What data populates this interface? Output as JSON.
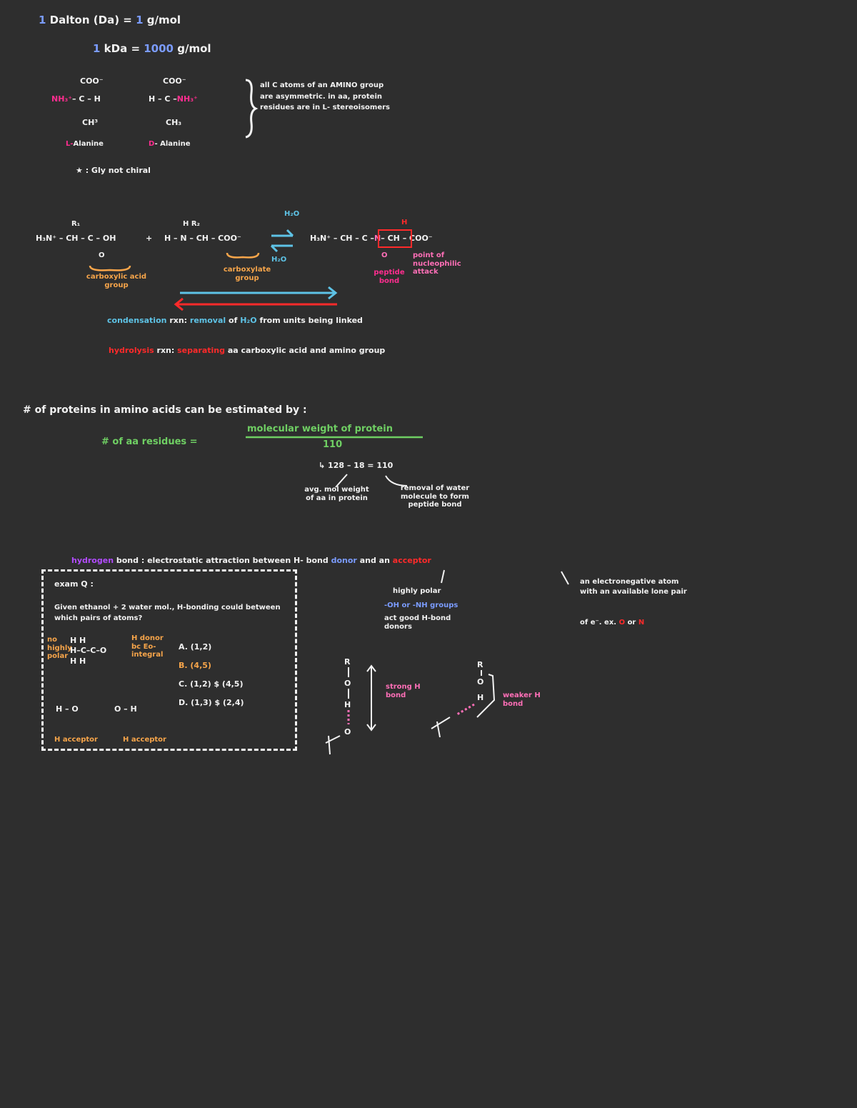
{
  "note": {
    "dalton_line": {
      "one": "1",
      "rest": "Dalton (Da) =",
      "value": "1",
      "unit": "g/mol"
    },
    "kda_line": {
      "one": "1",
      "rest": "kDa =",
      "value": "1000",
      "unit": "g/mol"
    },
    "alanine": {
      "l_top": "COO⁻",
      "l_mid_a": "NH₃⁺",
      "l_mid_b": "– C – H",
      "l_bot": "CH³",
      "l_label_prefix": "L-",
      "l_label": "Alanine",
      "d_top": "COO⁻",
      "d_mid_a": "H – C –",
      "d_mid_b": "NH₃⁺",
      "d_bot": "CH₃",
      "d_label_prefix": "D",
      "d_label": "- Alanine",
      "brace_text": "all C atoms of an AMINO group are asymmetric. in aa, protein residues are in L- stereoisomers",
      "note": "★ : Gly not chiral"
    },
    "reaction": {
      "r1_sub": "R₁",
      "r1": "H₃N⁺ – CH – C – OH",
      "r1_o": "O",
      "plus": "+",
      "r2_sub": "H R₂",
      "r2": "H – N – CH – COO⁻",
      "h2o_top": "H₂O",
      "h2o_bot": "H₂O",
      "p_sub": "H",
      "product_a": "H₃N⁺ – CH – C –",
      "product_n": "N",
      "product_b": "– CH – COO⁻",
      "p_o": "O",
      "carboxylic": "carboxylic acid group",
      "amino": "carboxylate group",
      "peptide": "peptide bond",
      "point": "point of nucleophilic attack",
      "condensation": {
        "a": "condensation",
        "b": "rxn:",
        "c": "removal",
        "d": "of",
        "e": "H₂O",
        "f": "from units being linked"
      },
      "hydrolysis": {
        "a": "hydrolysis",
        "b": "rxn:",
        "c": "separating",
        "d": "aa carboxylic acid and amino group"
      }
    },
    "residues": {
      "heading": "# of proteins in amino acids can be estimated by :",
      "formula_label": "# of aa residues =",
      "numerator": "molecular weight of protein",
      "denominator": "110",
      "calc": "↳ 128 – 18 = 110",
      "left_note": "avg. mol weight of aa in protein",
      "right_note": "removal of water molecule to form peptide bond"
    },
    "hbond": {
      "head_a": "hydrogen",
      "head_b": "bond : electrostatic attraction between H- bond",
      "donor": "donor",
      "and_an": "and an",
      "acceptor": "acceptor",
      "donor_note_a": "highly polar",
      "donor_note_b": "-OH or -NH groups",
      "donor_note_c": "act good H-bond donors",
      "acceptor_note_a": "an electronegative atom with an available lone pair",
      "acceptor_note_b": "of e⁻. ex.",
      "acceptor_o": "O",
      "acceptor_or": "or",
      "acceptor_n": "N",
      "strong": "strong H bond",
      "weaker": "weaker H bond"
    },
    "exam": {
      "title": "exam Q :",
      "question": "Given ethanol + 2 water mol., H-bonding could between which pairs of atoms?",
      "a": "A. (1,2)",
      "b": "B. (4,5)",
      "c": "C. (1,2) $ (4,5)",
      "d": "D. (1,3) $ (2,4)",
      "left_side": "no highly polar",
      "right_side": "H donor bc Eo- integral",
      "acc1": "H acceptor",
      "acc2": "H acceptor",
      "mol": "H H\nH–C–C–O\nH H"
    }
  },
  "colors": {
    "background": "#2e2e2e",
    "blue": "#7b9cff",
    "magenta": "#ff2d8f",
    "orange": "#f7a54a",
    "cyan": "#5ec3e6",
    "red": "#ff2a2a",
    "green": "#6fcf63",
    "purple": "#b24cff"
  }
}
